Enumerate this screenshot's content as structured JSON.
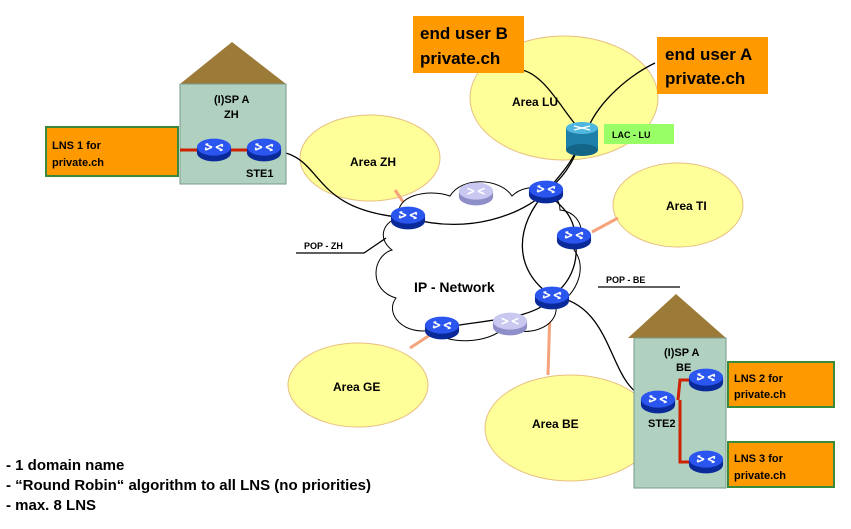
{
  "colors": {
    "area_fill": "#FFFF99",
    "area_stroke": "#E8C080",
    "orange_box": "#FF9900",
    "lac_label_bg": "#99FF66",
    "building": "#B0D0C0",
    "roof": "#9C7A38",
    "router": "#1A3DCC",
    "router_light": "#B8B8E8",
    "link_red": "#CC2200",
    "link_orange": "#F4A37C"
  },
  "isps": {
    "zh": {
      "title": "(I)SP A",
      "city": "ZH",
      "site": "STE1"
    },
    "be": {
      "title": "(I)SP A",
      "city": "BE",
      "site": "STE2"
    }
  },
  "areas": {
    "lu": "Area LU",
    "zh": "Area ZH",
    "ti": "Area TI",
    "ge": "Area GE",
    "be": "Area BE"
  },
  "network": {
    "cloud_label": "IP - Network",
    "pop_zh": "POP - ZH",
    "pop_be": "POP - BE",
    "lac": "LAC - LU"
  },
  "end_users": {
    "b": {
      "line1": "end user B",
      "line2": "private.ch"
    },
    "a": {
      "line1": "end user A",
      "line2": "private.ch"
    }
  },
  "lns": {
    "lns1": {
      "line1": "LNS 1 for",
      "line2": "private.ch"
    },
    "lns2": {
      "line1": "LNS 2 for",
      "line2": "private.ch"
    },
    "lns3": {
      "line1": "LNS 3 for",
      "line2": "private.ch"
    }
  },
  "notes": [
    "- 1 domain name",
    "- “Round Robin“ algorithm to all LNS (no priorities)",
    "- max. 8 LNS"
  ],
  "icons": {
    "router": "router-icon",
    "lac": "lac-router-icon"
  }
}
